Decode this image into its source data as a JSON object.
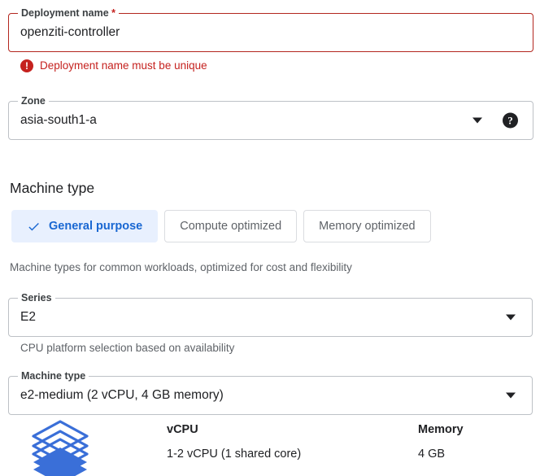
{
  "deployment_name_field": {
    "label": "Deployment name",
    "required_marker": "*",
    "value": "openziti-controller",
    "state": "error",
    "error_icon": "error-exclamation-icon",
    "error_message": "Deployment name must be unique"
  },
  "zone_field": {
    "label": "Zone",
    "value": "asia-south1-a",
    "caret_icon": "chevron-down-icon",
    "help_icon": "help-question-icon",
    "help_glyph": "?"
  },
  "machine_type_section": {
    "title": "Machine type",
    "tabs": [
      {
        "label": "General purpose",
        "selected": true,
        "check_icon": "check-icon"
      },
      {
        "label": "Compute optimized",
        "selected": false
      },
      {
        "label": "Memory optimized",
        "selected": false
      }
    ],
    "tabs_helper": "Machine types for common workloads, optimized for cost and flexibility",
    "series_field": {
      "label": "Series",
      "value": "E2",
      "caret_icon": "chevron-down-icon"
    },
    "series_helper": "CPU platform selection based on availability",
    "machine_type_field": {
      "label": "Machine type",
      "value": "e2-medium (2 vCPU, 4 GB memory)",
      "caret_icon": "chevron-down-icon"
    },
    "specs": {
      "icon": "stacked-layers-icon",
      "vcpu_heading": "vCPU",
      "vcpu_value": "1-2 vCPU (1 shared core)",
      "memory_heading": "Memory",
      "memory_value": "4 GB"
    }
  },
  "colors": {
    "error_red": "#c5221f",
    "error_border": "#b3261e",
    "accent_blue": "#1967d2",
    "tab_selected_bg": "#e8f0fe",
    "icon_blue": "#3a6fd8",
    "border_gray": "#bdc1c6",
    "text_secondary": "#5f6368"
  }
}
